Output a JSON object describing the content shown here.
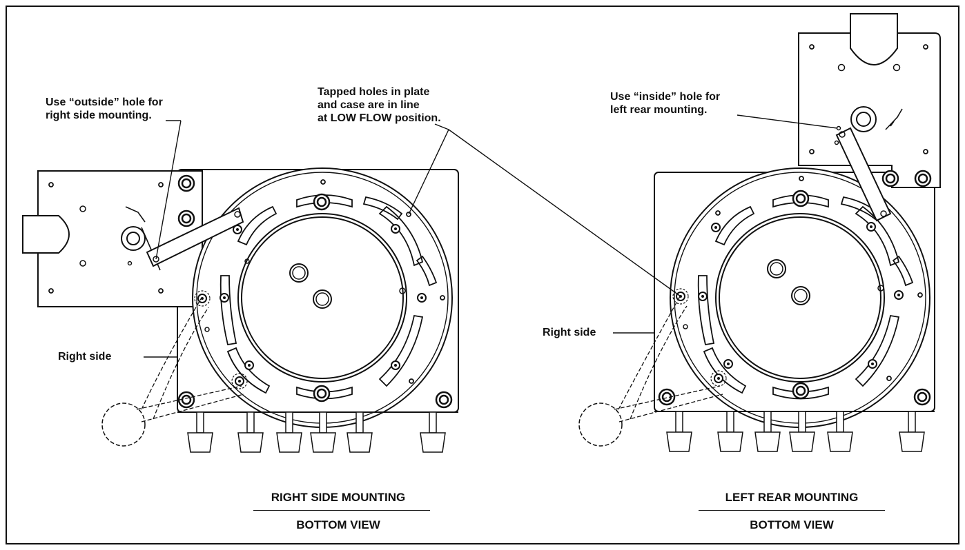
{
  "labels": {
    "outside_hole": [
      "Use “outside” hole for",
      "right side mounting."
    ],
    "tapped_holes": [
      "Tapped holes in plate",
      "and case are in line",
      "at LOW FLOW position."
    ],
    "inside_hole": [
      "Use “inside” hole for",
      "left rear mounting."
    ],
    "right_side_left": "Right side",
    "right_side_right": "Right side"
  },
  "captions": {
    "left_title": "RIGHT SIDE MOUNTING",
    "left_sub": "BOTTOM VIEW",
    "right_title": "LEFT REAR MOUNTING",
    "right_sub": "BOTTOM VIEW"
  }
}
